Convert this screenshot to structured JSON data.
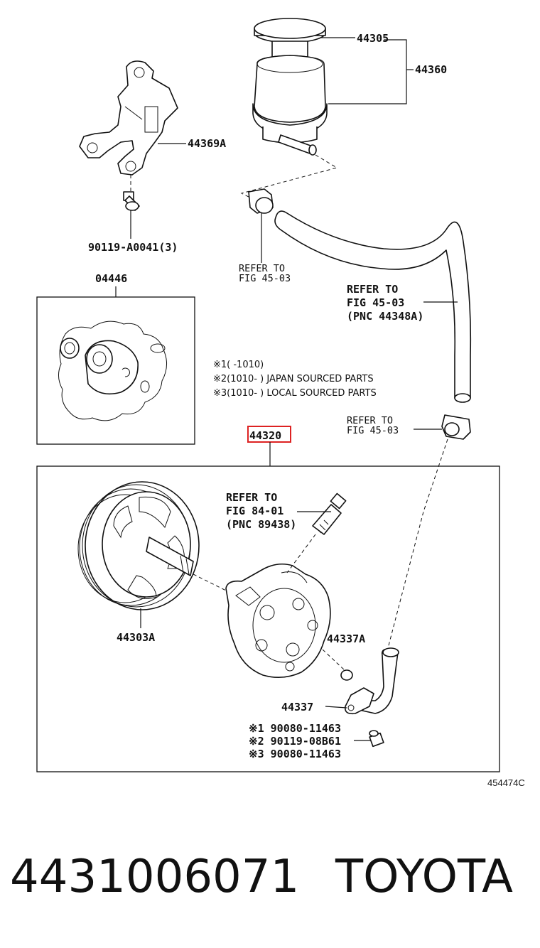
{
  "labels": {
    "p44305": "44305",
    "p44360": "44360",
    "p44369A": "44369A",
    "p90119_A0041": "90119-A0041(3)",
    "refer1_line1": "REFER TO",
    "refer1_line2": "FIG 45-03",
    "refer2_line1": "REFER TO",
    "refer2_line2": "FIG 45-03",
    "refer2_line3": "(PNC 44348A)",
    "p04446": "04446",
    "note1": "※1(  -1010)",
    "note2": "※2(1010-   ) JAPAN SOURCED PARTS",
    "note3": "※3(1010-   ) LOCAL SOURCED PARTS",
    "refer3_line1": "REFER TO",
    "refer3_line2": "FIG 45-03",
    "p44320": "44320",
    "refer4_line1": "REFER TO",
    "refer4_line2": "FIG 84-01",
    "refer4_line3": "(PNC 89438)",
    "p44303A": "44303A",
    "p44337A": "44337A",
    "p44337": "44337",
    "bolt1": "※1 90080-11463",
    "bolt2": "※2 90119-08B61",
    "bolt3": "※3 90080-11463",
    "figure_code": "454474C"
  },
  "footer": {
    "part_number": "4431006071",
    "brand": "TOYOTA"
  },
  "colors": {
    "highlight": "#d22222",
    "ink": "#111111"
  }
}
